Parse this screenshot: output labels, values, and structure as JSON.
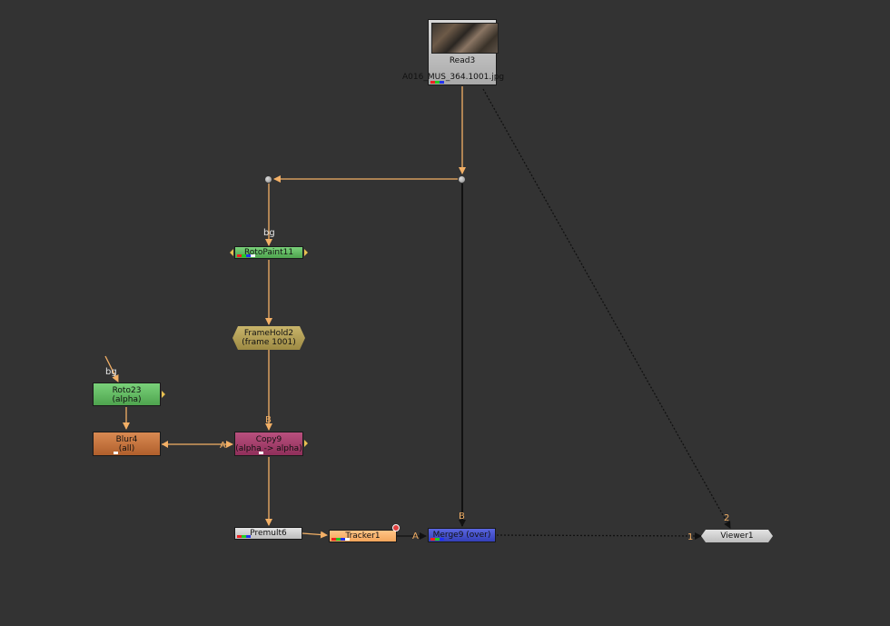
{
  "nodes": {
    "read": {
      "name": "Read3",
      "file": "A016_MUS_364.1001.jpg"
    },
    "rotopaint": {
      "name": "RotoPaint11",
      "input_label": "bg"
    },
    "framehold": {
      "name": "FrameHold2",
      "sub": "(frame 1001)"
    },
    "roto": {
      "name": "Roto23",
      "sub": "(alpha)",
      "input_label": "bg"
    },
    "blur": {
      "name": "Blur4",
      "sub": "(all)"
    },
    "copy": {
      "name": "Copy9",
      "sub": "(alpha -> alpha)",
      "input_b": "B",
      "input_a": "A"
    },
    "premult": {
      "name": "Premult6"
    },
    "tracker": {
      "name": "Tracker1"
    },
    "merge": {
      "name": "Merge9 (over)",
      "input_a": "A",
      "input_b": "B"
    },
    "viewer": {
      "name": "Viewer1",
      "input_1": "1",
      "input_2": "2"
    }
  },
  "colors": {
    "background": "#333333",
    "pipe": "#f3b066",
    "pipe_black": "#111111"
  },
  "icons": [
    "dot-icon",
    "input-arrow-icon",
    "error-badge-icon",
    "channel-indicator-icon"
  ]
}
